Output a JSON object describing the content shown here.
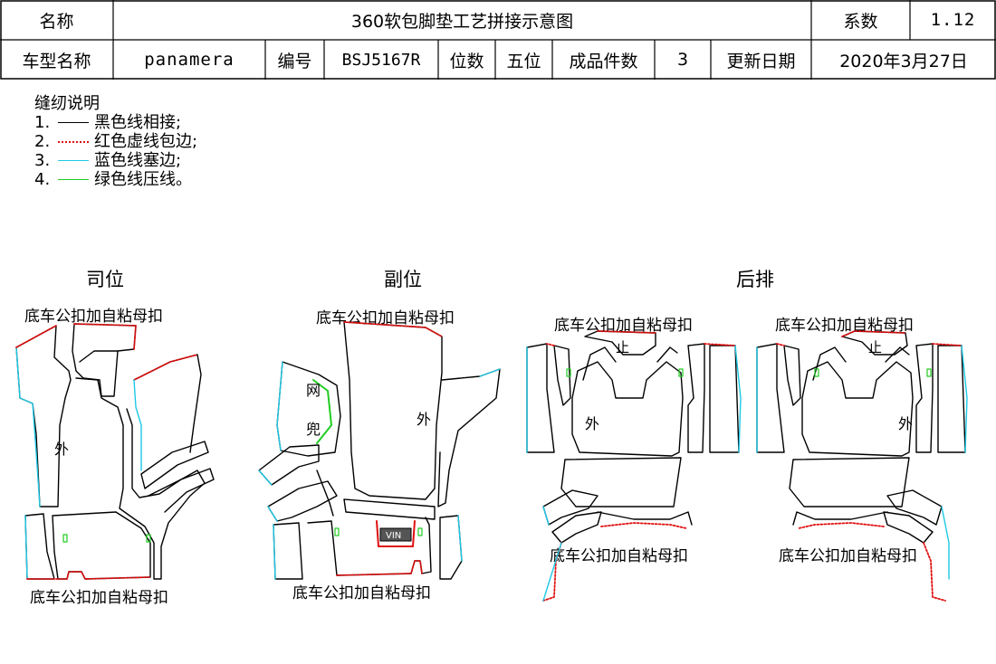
{
  "header": {
    "name_label": "名称",
    "title": "360软包脚垫工艺拼接示意图",
    "coef_label": "系数",
    "coef_value": "1.12",
    "model_label": "车型名称",
    "model_value": "panamera",
    "code_label": "编号",
    "code_value": "BSJ5167R",
    "seats_label": "位数",
    "seats_value": "五位",
    "pieces_label": "成品件数",
    "pieces_value": "3",
    "date_label": "更新日期",
    "date_value": "2020年3月27日"
  },
  "legend": {
    "title": "缝纫说明",
    "items": [
      {
        "num": "1.",
        "text": "黑色线相接;",
        "color": "#000000",
        "style": "solid"
      },
      {
        "num": "2.",
        "text": "红色虚线包边;",
        "color": "#e01010",
        "style": "dotted"
      },
      {
        "num": "3.",
        "text": "蓝色线塞边;",
        "color": "#1ec8e6",
        "style": "solid"
      },
      {
        "num": "4.",
        "text": "绿色线压线。",
        "color": "#22cc22",
        "style": "solid"
      }
    ]
  },
  "sections": {
    "driver": "司位",
    "passenger": "副位",
    "rear": "后排"
  },
  "labels": {
    "clip": "底车公扣加自粘母扣",
    "outer": "外",
    "net_1": "网",
    "net_2": "兜",
    "stop": "止",
    "vin": "VIN"
  },
  "colors": {
    "stitch": "#000000",
    "binding": "#e01010",
    "tuck": "#1ec8e6",
    "press": "#22cc22",
    "grid": "#000000"
  }
}
